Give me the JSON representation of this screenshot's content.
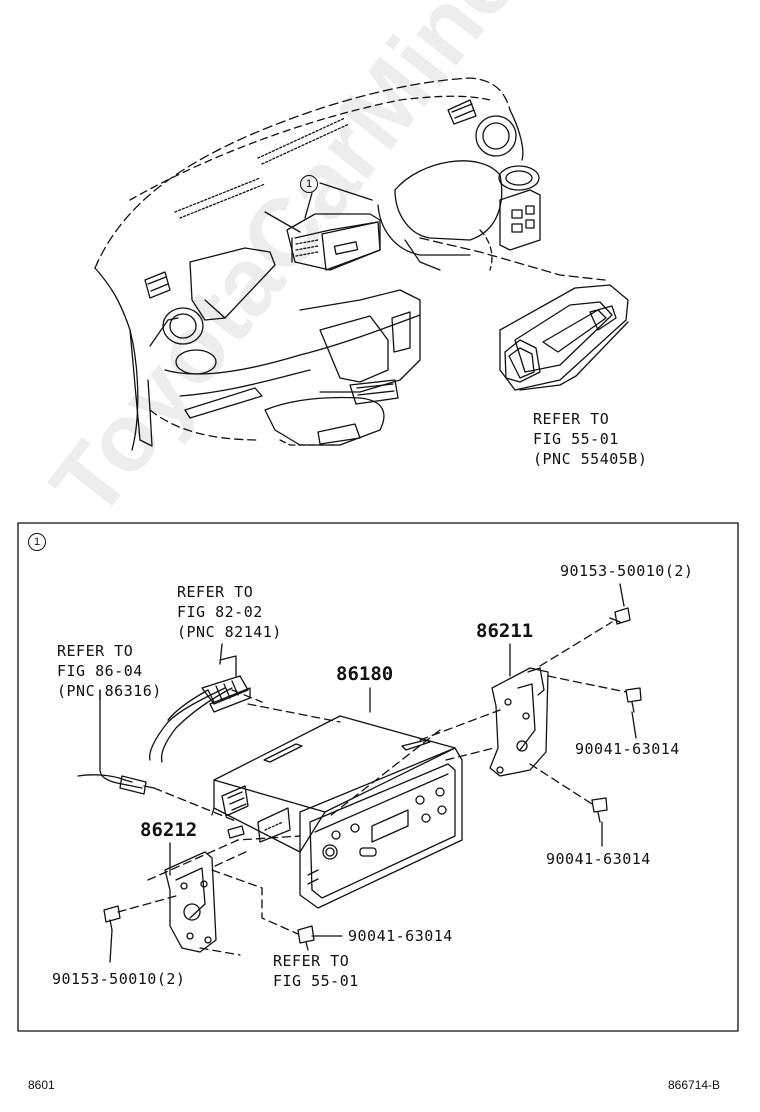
{
  "top": {
    "callout": "1",
    "refer": {
      "l1": "REFER TO",
      "l2": "FIG 55-01",
      "l3": "(PNC 55405B)"
    }
  },
  "detail": {
    "callout": "1",
    "parts": {
      "radio": "86180",
      "bracket_right": "86211",
      "bracket_left": "86212"
    },
    "screws": {
      "top_right": "90153-50010(2)",
      "right_upper": "90041-63014",
      "right_lower": "90041-63014",
      "bottom_center": "90041-63014",
      "bottom_left": "90153-50010(2)"
    },
    "refs": {
      "antenna": {
        "l1": "REFER TO",
        "l2": "FIG 86-04",
        "l3": "(PNC 86316)"
      },
      "connector": {
        "l1": "REFER TO",
        "l2": "FIG 82-02",
        "l3": "(PNC 82141)"
      },
      "bracket": {
        "l1": "REFER TO",
        "l2": "FIG 55-01"
      }
    }
  },
  "footer": {
    "left": "8601",
    "right": "866714-B"
  },
  "watermark": "ToyotaCarMine.ru"
}
